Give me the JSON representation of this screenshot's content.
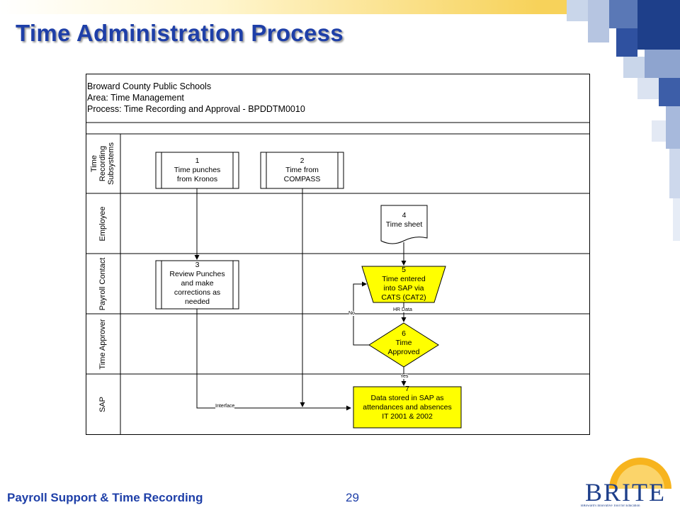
{
  "page": {
    "title": "Time Administration Process",
    "footer_left": "Payroll Support & Time Recording",
    "page_number": "29",
    "logo_text": "BRITE",
    "logo_tagline": "BRoward's Innovative Tool for Education"
  },
  "diagram": {
    "header": [
      "Broward County Public Schools",
      "Area: Time Management",
      "Process: Time Recording and Approval - BPDDTM0010"
    ],
    "lanes": [
      {
        "label_lines": [
          "Time",
          "Recording",
          "Subsystems"
        ]
      },
      {
        "label_lines": [
          "Employee"
        ]
      },
      {
        "label_lines": [
          "Payroll Contact"
        ]
      },
      {
        "label_lines": [
          "Time Approver"
        ]
      },
      {
        "label_lines": [
          "SAP"
        ]
      }
    ],
    "steps": {
      "s1": {
        "num": "1",
        "lines": [
          "Time punches",
          "from Kronos"
        ]
      },
      "s2": {
        "num": "2",
        "lines": [
          "Time from",
          "COMPASS"
        ]
      },
      "s3": {
        "num": "3",
        "lines": [
          "Review Punches",
          "and make",
          "corrections as",
          "needed"
        ]
      },
      "s4": {
        "num": "4",
        "lines": [
          "Time sheet"
        ]
      },
      "s5": {
        "num": "5",
        "lines": [
          "Time entered",
          "into SAP via",
          "CATS (CAT2)"
        ]
      },
      "s6": {
        "num": "6",
        "lines": [
          "Time",
          "Approved"
        ]
      },
      "s7": {
        "num": "7",
        "lines": [
          "Data stored in SAP as",
          "attendances and absences",
          "IT 2001 & 2002"
        ]
      }
    },
    "connector_labels": {
      "no": "No",
      "hr_data": "HR Data",
      "yes": "Yes",
      "interface": "Interface"
    },
    "colors": {
      "highlight": "#ffff00",
      "title": "#1e3fa8",
      "lines": "#000000"
    }
  }
}
